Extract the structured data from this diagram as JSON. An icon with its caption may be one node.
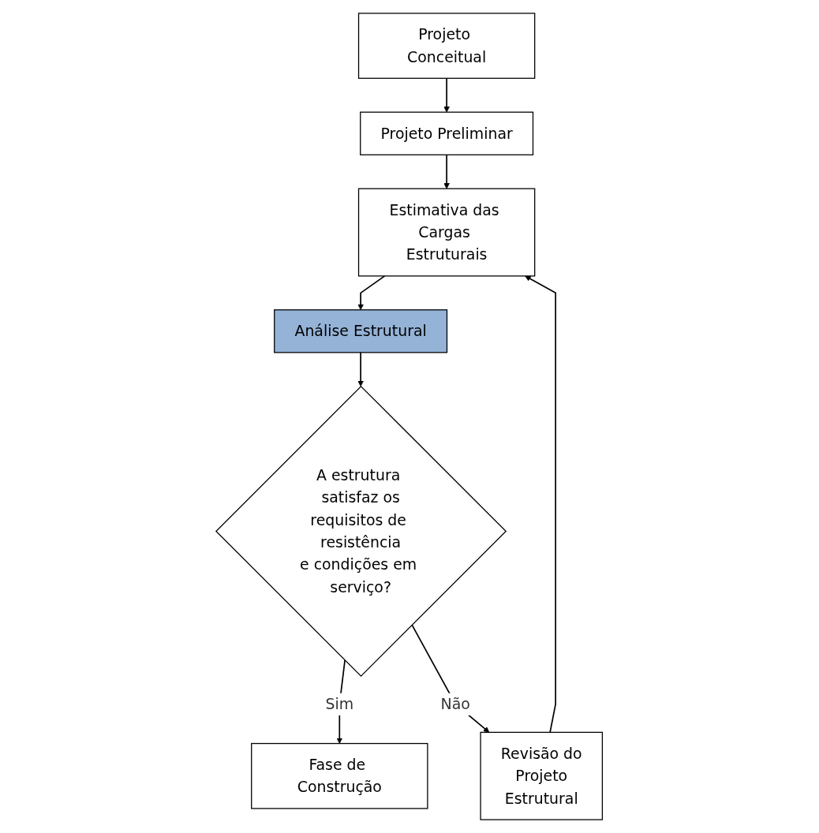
{
  "diagram": {
    "nodes": [
      {
        "text": [
          "Projeto Conceitual"
        ]
      },
      {
        "text": [
          "Projeto Preliminar"
        ]
      },
      {
        "text": [
          "Estimativa das Cargas Estruturais"
        ]
      },
      {
        "text": [
          "Análise Estrutural"
        ]
      },
      {
        "text": [
          "A estrutura satisfaz os requisitos de resistência e condições em serviço?"
        ]
      },
      {
        "text": [
          "Revisão do Projeto Estrutural"
        ]
      },
      {
        "text": [
          "Fase de Construção"
        ]
      }
    ],
    "edges": [
      {
        "from": 0,
        "to": 1,
        "arrow": "to"
      },
      {
        "from": 1,
        "to": 2,
        "arrow": "to"
      },
      {
        "from": 2,
        "to": 3,
        "arrow": "to"
      },
      {
        "from": 3,
        "to": 4,
        "arrow": "to"
      },
      {
        "from": 4,
        "to": 6,
        "arrow": "to",
        "label": "Sim"
      },
      {
        "from": 4,
        "to": 5,
        "arrow": "to",
        "label": "Não"
      },
      {
        "from": 5,
        "to": 2,
        "arrow": "to"
      }
    ]
  }
}
